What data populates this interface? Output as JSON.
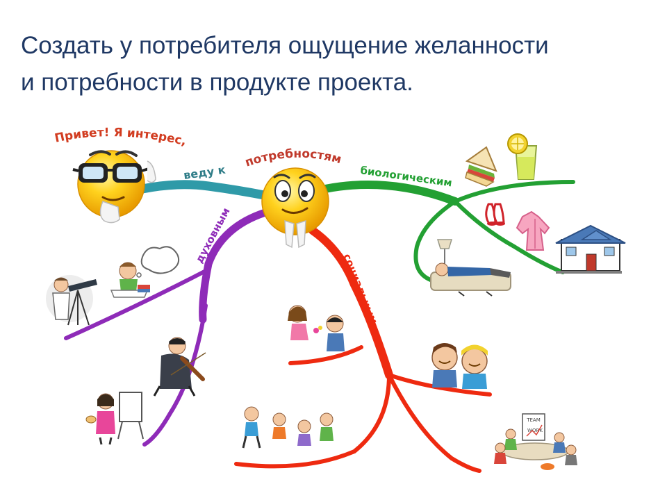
{
  "title": {
    "line1": "Создать у потребителя ощущение желанности",
    "line2": "и потребности в продукте проекта."
  },
  "mindmap": {
    "greeting": "Привет! Я интерес,",
    "branch_to_center": "веду к",
    "center": "потребностям",
    "branches": [
      {
        "id": "bio",
        "label": "биологическим"
      },
      {
        "id": "spirit",
        "label": "духовным"
      },
      {
        "id": "social",
        "label": "социальным"
      }
    ],
    "poster_text": [
      "TEAM",
      "WORK"
    ]
  },
  "colors": {
    "title": "#1f3864",
    "teal": "#2f9aa8",
    "green": "#23a033",
    "purple": "#8e2bb8",
    "red": "#ee2a10",
    "greeting": "#d23c20",
    "smiley": "#ffd21e"
  }
}
